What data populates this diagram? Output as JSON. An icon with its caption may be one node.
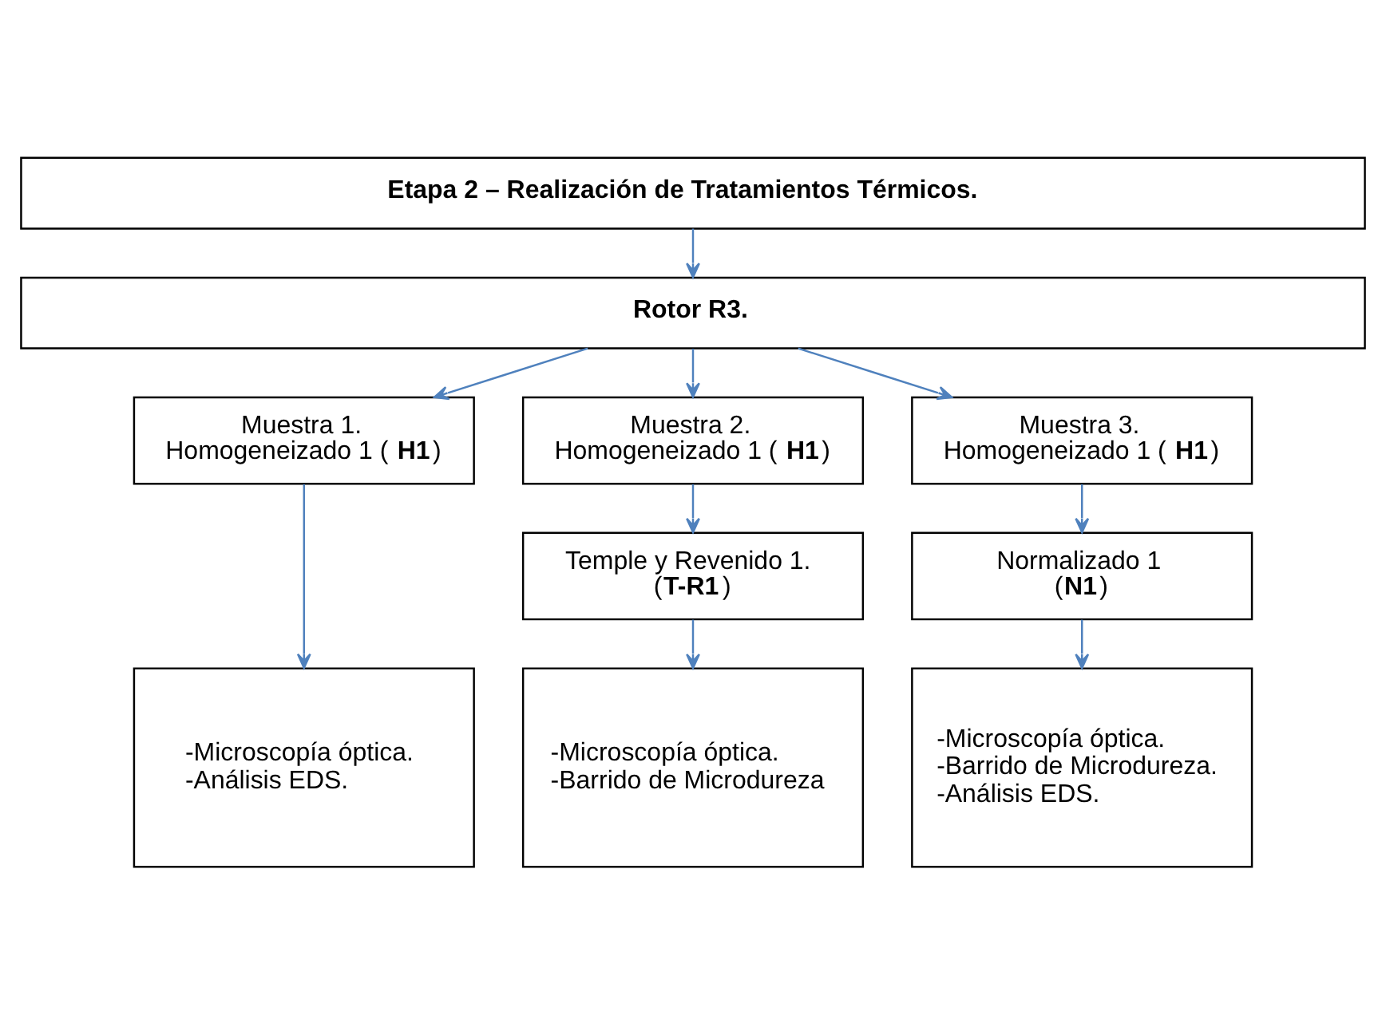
{
  "diagram": {
    "nodes": [
      {
        "text": [
          "Etapa 2 – Realización de Tratamientos Térmicos."
        ]
      },
      {
        "text": [
          "Rotor R3."
        ]
      },
      {
        "text": [
          "Muestra 1.",
          "Homogeneizado 1 (**H1**)"
        ]
      },
      {
        "text": [
          "Muestra 2.",
          "Homogeneizado 1 (**H1**)"
        ]
      },
      {
        "text": [
          "Muestra 3.",
          "Homogeneizado 1 (**H1**)"
        ]
      },
      {
        "text": [
          "Temple y Revenido 1.",
          "(**T-R1**)"
        ]
      },
      {
        "text": [
          "Normalizado 1",
          "(**N1**)"
        ]
      },
      {
        "text": [
          "-Microscopía óptica.",
          "-Análisis EDS."
        ]
      },
      {
        "text": [
          "-Microscopía óptica.",
          "-Barrido de Microdureza"
        ]
      },
      {
        "text": [
          "-Microscopía óptica.",
          "-Barrido de Microdureza.",
          "-Análisis EDS."
        ]
      }
    ],
    "edges": [
      {
        "from": 0,
        "to": 1,
        "arrow": "to"
      },
      {
        "from": 1,
        "to": 2,
        "arrow": "to"
      },
      {
        "from": 1,
        "to": 3,
        "arrow": "to"
      },
      {
        "from": 1,
        "to": 4,
        "arrow": "to"
      },
      {
        "from": 2,
        "to": 7,
        "arrow": "to"
      },
      {
        "from": 3,
        "to": 5,
        "arrow": "to"
      },
      {
        "from": 4,
        "to": 6,
        "arrow": "to"
      },
      {
        "from": 5,
        "to": 8,
        "arrow": "to"
      },
      {
        "from": 6,
        "to": 9,
        "arrow": "to"
      }
    ]
  }
}
